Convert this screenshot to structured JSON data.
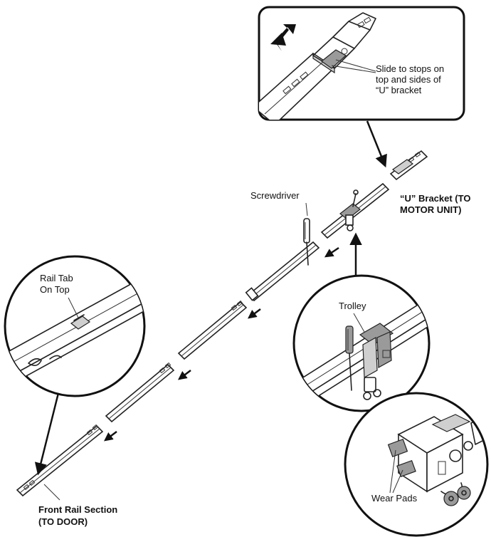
{
  "labels": {
    "slide_note_line1": "Slide to stops on",
    "slide_note_line2": "top and sides of",
    "slide_note_line3": "“U” bracket",
    "u_bracket_line1": "“U” Bracket (TO",
    "u_bracket_line2": "MOTOR UNIT)",
    "screwdriver": "Screwdriver",
    "rail_tab_line1": "Rail Tab",
    "rail_tab_line2": "On Top",
    "trolley": "Trolley",
    "wear_pads": "Wear Pads",
    "front_rail_line1": "Front Rail Section",
    "front_rail_line2": "(TO DOOR)"
  },
  "colors": {
    "ink": "#222222",
    "background": "#ffffff",
    "shading": "#9a9a9a"
  }
}
